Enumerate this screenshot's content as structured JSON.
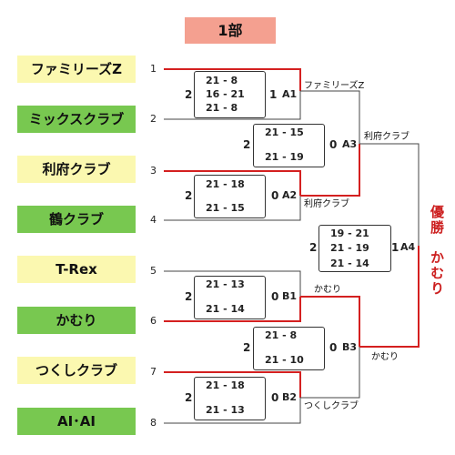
{
  "title": "1部",
  "teams": [
    {
      "name": "ファミリーズZ",
      "seed": "1"
    },
    {
      "name": "ミックスクラブ",
      "seed": "2"
    },
    {
      "name": "利府クラブ",
      "seed": "3"
    },
    {
      "name": "鶴クラブ",
      "seed": "4"
    },
    {
      "name": "T-Rex",
      "seed": "5"
    },
    {
      "name": "かむり",
      "seed": "6"
    },
    {
      "name": "つくしクラブ",
      "seed": "7"
    },
    {
      "name": "AI･AI",
      "seed": "8"
    }
  ],
  "matches": {
    "A1": {
      "code": "A1",
      "left": "2",
      "right": "1",
      "scores": [
        "21 - 8",
        "16 - 21",
        "21 - 8"
      ],
      "winner": "ファミリーズZ"
    },
    "A2": {
      "code": "A2",
      "left": "2",
      "right": "0",
      "scores": [
        "21 - 18",
        "21 - 15"
      ],
      "winner": "利府クラブ"
    },
    "B1": {
      "code": "B1",
      "left": "2",
      "right": "0",
      "scores": [
        "21 - 13",
        "21 - 14"
      ],
      "winner": "かむり"
    },
    "B2": {
      "code": "B2",
      "left": "2",
      "right": "0",
      "scores": [
        "21 - 18",
        "21 - 13"
      ],
      "winner": "つくしクラブ"
    },
    "A3": {
      "code": "A3",
      "left": "2",
      "right": "0",
      "scores": [
        "21 - 15",
        "21 - 19"
      ],
      "winner": "利府クラブ"
    },
    "B3": {
      "code": "B3",
      "left": "2",
      "right": "0",
      "scores": [
        "21 - 8",
        "21 - 10"
      ],
      "winner": "かむり"
    },
    "A4": {
      "code": "A4",
      "left": "2",
      "right": "1",
      "scores": [
        "19 - 21",
        "21 - 19",
        "21 - 14"
      ]
    }
  },
  "champion": {
    "label": "優勝",
    "name": "かむり"
  },
  "colors": {
    "winner_line": "#d42020",
    "loser_line": "#444444",
    "title_bg": "#f4a090",
    "team_yellow": "#fbf8b0",
    "team_green": "#78c850",
    "champion_text": "#cc1f1f"
  }
}
